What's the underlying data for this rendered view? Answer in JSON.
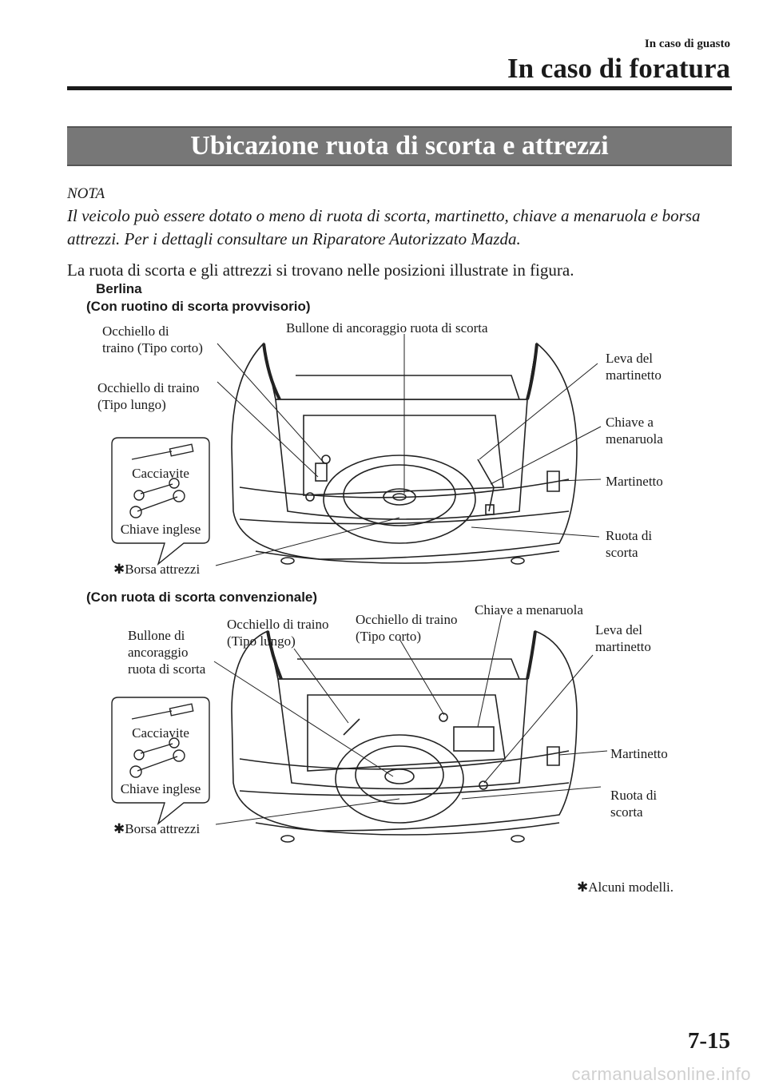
{
  "header": {
    "section": "In caso di guasto",
    "title": "In caso di foratura"
  },
  "banner": "Ubicazione ruota di scorta e attrezzi",
  "note": {
    "heading": "NOTA",
    "text": "Il veicolo può essere dotato o meno di ruota di scorta, martinetto, chiave a menaruola e borsa attrezzi. Per i dettagli consultare un Riparatore Autorizzato Mazda."
  },
  "intro": "La ruota di scorta e gli attrezzi si trovano nelle posizioni illustrate in figura.",
  "figure1": {
    "model": "Berlina",
    "subtitle": "(Con ruotino di scorta provvisorio)",
    "labels": {
      "tow_short": "Occhiello di\ntraino (Tipo corto)",
      "tow_long": "Occhiello di traino\n(Tipo lungo)",
      "bolt": "Bullone di ancoraggio ruota di scorta",
      "jack_lever": "Leva del\nmartinetto",
      "lug_wrench": "Chiave a\nmenaruola",
      "jack": "Martinetto",
      "spare": "Ruota di\nscorta",
      "toolbag": "Borsa attrezzi",
      "screwdriver": "Cacciavite",
      "wrench": "Chiave inglese"
    }
  },
  "figure2": {
    "subtitle": "(Con ruota di scorta convenzionale)",
    "labels": {
      "bolt": "Bullone di\nancoraggio\nruota di scorta",
      "tow_long": "Occhiello di traino\n(Tipo lungo)",
      "tow_short": "Occhiello di traino\n(Tipo corto)",
      "lug_wrench": "Chiave a menaruola",
      "jack_lever": "Leva del\nmartinetto",
      "jack": "Martinetto",
      "spare": "Ruota di\nscorta",
      "toolbag": "Borsa attrezzi",
      "screwdriver": "Cacciavite",
      "wrench": "Chiave inglese"
    }
  },
  "footnote": "Alcuni modelli.",
  "page_number": "7-15",
  "watermark": "carmanualsonline.info"
}
